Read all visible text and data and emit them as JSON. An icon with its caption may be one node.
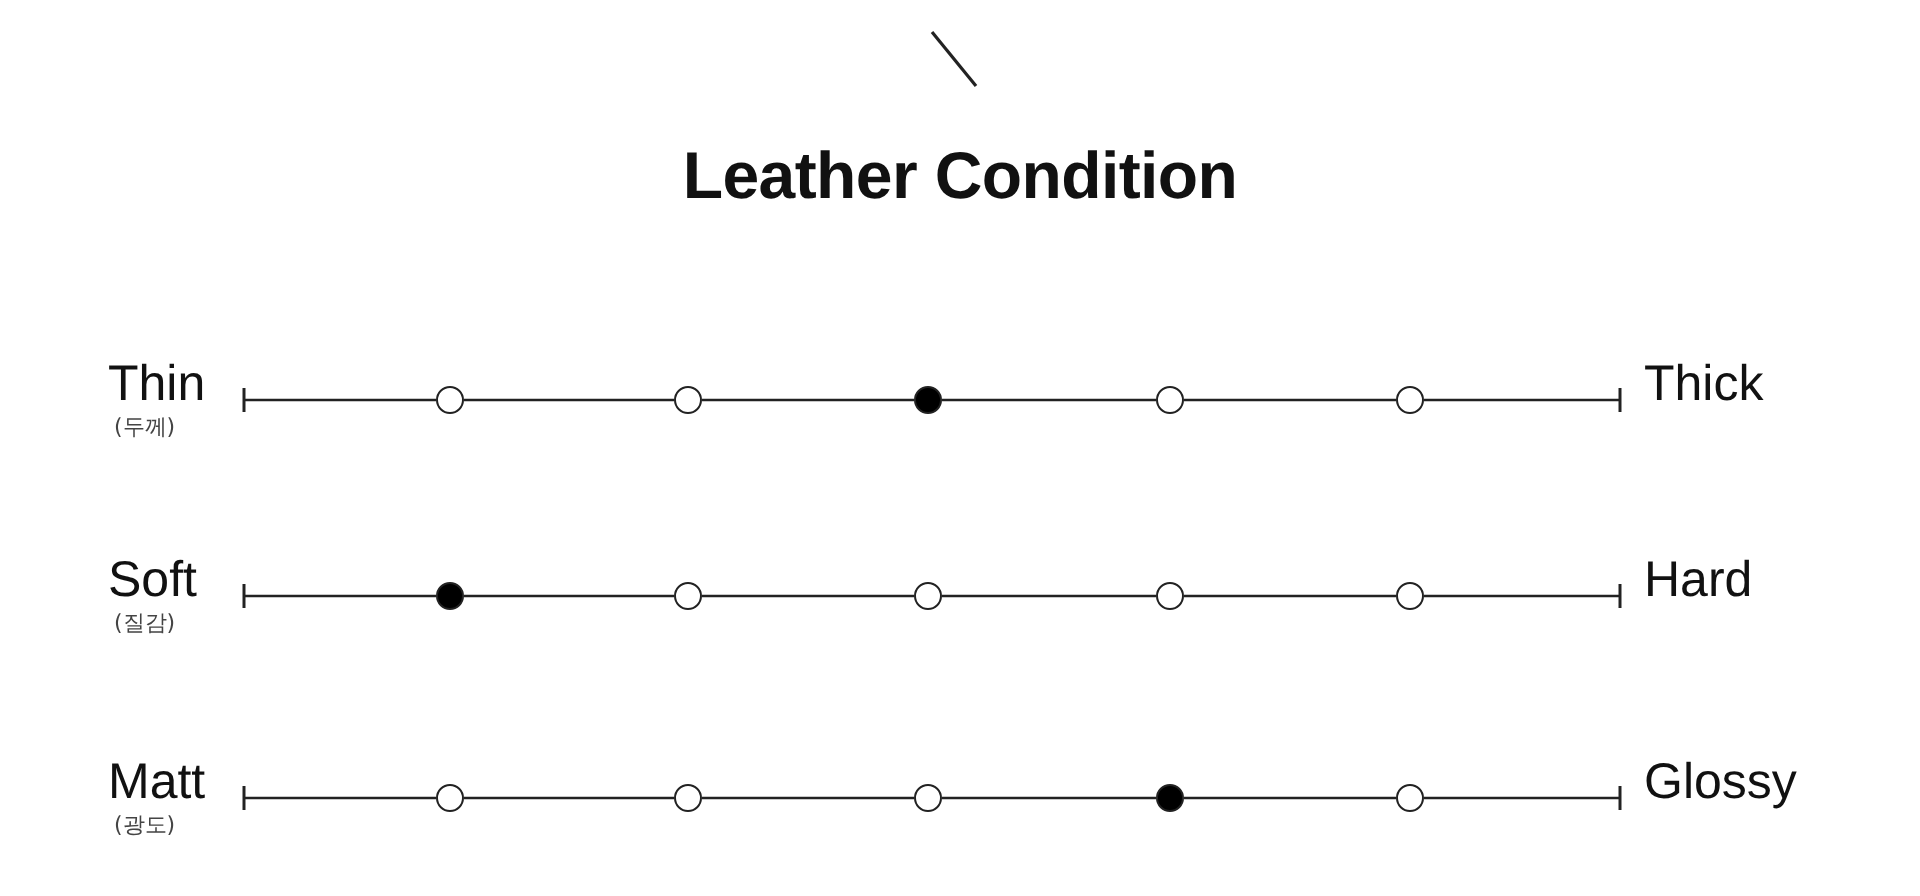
{
  "diagram": {
    "title": "Leather Condition",
    "nodes": [
      {
        "text": [
          "Thin"
        ],
        "beside": [
          "(두께)"
        ]
      },
      {
        "text": [],
        "shape": "circle"
      },
      {
        "text": [],
        "shape": "circle"
      },
      {
        "text": [],
        "shape": "dot"
      },
      {
        "text": [],
        "shape": "circle"
      },
      {
        "text": [],
        "shape": "circle"
      },
      {
        "text": [
          "Thick"
        ]
      },
      {
        "text": [
          "Soft"
        ],
        "beside": [
          "(질감)"
        ]
      },
      {
        "text": [],
        "shape": "dot"
      },
      {
        "text": [],
        "shape": "circle"
      },
      {
        "text": [],
        "shape": "circle"
      },
      {
        "text": [],
        "shape": "circle"
      },
      {
        "text": [],
        "shape": "circle"
      },
      {
        "text": [
          "Hard"
        ]
      },
      {
        "text": [
          "Matt"
        ],
        "beside": [
          "(광도)"
        ]
      },
      {
        "text": [],
        "shape": "circle"
      },
      {
        "text": [],
        "shape": "circle"
      },
      {
        "text": [],
        "shape": "circle"
      },
      {
        "text": [],
        "shape": "dot"
      },
      {
        "text": [],
        "shape": "circle"
      },
      {
        "text": [
          "Glossy"
        ]
      }
    ],
    "edges": [
      {
        "from": 0,
        "to": 1,
        "arrow": "other"
      },
      {
        "from": 1,
        "to": 2,
        "arrow": "none"
      },
      {
        "from": 2,
        "to": 3,
        "arrow": "none"
      },
      {
        "from": 3,
        "to": 4,
        "arrow": "none"
      },
      {
        "from": 4,
        "to": 5,
        "arrow": "none"
      },
      {
        "from": 5,
        "to": 6,
        "arrow": "other"
      },
      {
        "from": 7,
        "to": 8,
        "arrow": "other"
      },
      {
        "from": 8,
        "to": 9,
        "arrow": "none"
      },
      {
        "from": 9,
        "to": 10,
        "arrow": "none"
      },
      {
        "from": 10,
        "to": 11,
        "arrow": "none"
      },
      {
        "from": 11,
        "to": 12,
        "arrow": "none"
      },
      {
        "from": 12,
        "to": 13,
        "arrow": "other"
      },
      {
        "from": 14,
        "to": 15,
        "arrow": "other"
      },
      {
        "from": 15,
        "to": 16,
        "arrow": "none"
      },
      {
        "from": 16,
        "to": 17,
        "arrow": "none"
      },
      {
        "from": 17,
        "to": 18,
        "arrow": "none"
      },
      {
        "from": 18,
        "to": 19,
        "arrow": "none"
      },
      {
        "from": 19,
        "to": 20,
        "arrow": "other"
      }
    ]
  }
}
